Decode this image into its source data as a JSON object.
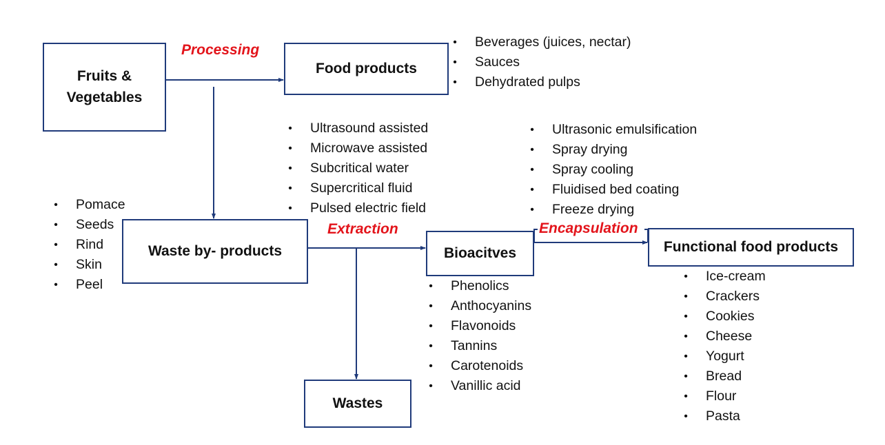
{
  "diagram": {
    "nodes": {
      "fruits": "Fruits & Vegetables",
      "fruits_line1": "Fruits &",
      "fruits_line2": "Vegetables",
      "food_products": "Food products",
      "waste_byproducts": "Waste by- products",
      "bioactives": "Bioacitves",
      "functional_food": "Functional food products",
      "wastes": "Wastes"
    },
    "edge_labels": {
      "processing": "Processing",
      "extraction": "Extraction",
      "encapsulation": "Encapsulation"
    },
    "lists": {
      "food_products": [
        "Beverages (juices, nectar)",
        "Sauces",
        "Dehydrated pulps"
      ],
      "waste_types": [
        "Pomace",
        "Seeds",
        "Rind",
        "Skin",
        "Peel"
      ],
      "extraction_methods": [
        "Ultrasound assisted",
        "Microwave assisted",
        "Subcritical water",
        "Supercritical fluid",
        "Pulsed electric field"
      ],
      "encapsulation_methods": [
        "Ultrasonic emulsification",
        "Spray drying",
        "Spray cooling",
        "Fluidised bed coating",
        "Freeze drying"
      ],
      "bioactives": [
        "Phenolics",
        "Anthocyanins",
        "Flavonoids",
        "Tannins",
        "Carotenoids",
        "Vanillic acid"
      ],
      "functional_foods": [
        "Ice-cream",
        "Crackers",
        "Cookies",
        "Cheese",
        "Yogurt",
        "Bread",
        "Flour",
        "Pasta"
      ]
    },
    "bullet": "•",
    "colors": {
      "box_border": "#1f3a7a",
      "edge_label": "#e3141b",
      "text": "#111111"
    }
  }
}
